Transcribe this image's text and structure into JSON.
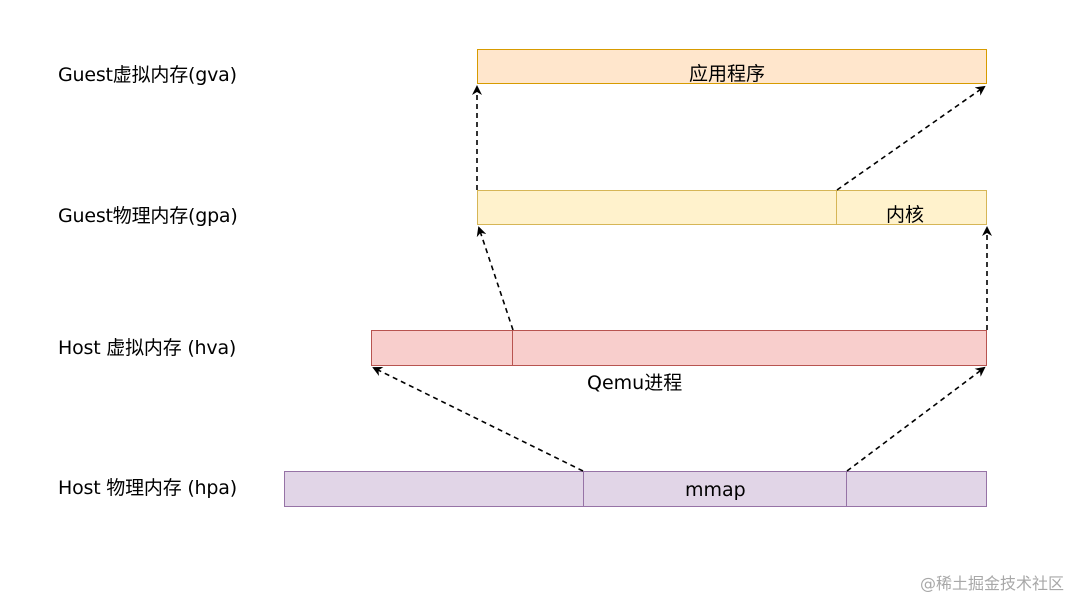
{
  "rows": {
    "gva": {
      "label": "Guest虚拟内存(gva)"
    },
    "gpa": {
      "label": "Guest物理内存(gpa)"
    },
    "hva": {
      "label": "Host 虚拟内存 (hva)"
    },
    "hpa": {
      "label": "Host 物理内存 (hpa)"
    }
  },
  "blocks": {
    "app": "应用程序",
    "kernel": "内核",
    "qemu": "Qemu进程",
    "mmap": "mmap"
  },
  "colors": {
    "gva_fill": "#ffe6cc",
    "gva_stroke": "#d79b00",
    "gpa_fill": "#fff2cc",
    "gpa_stroke": "#d6b656",
    "hva_fill": "#f8cecc",
    "hva_stroke": "#b85450",
    "hpa_fill": "#e1d5e7",
    "hpa_stroke": "#9673a6"
  },
  "watermark": "@稀土掘金技术社区"
}
